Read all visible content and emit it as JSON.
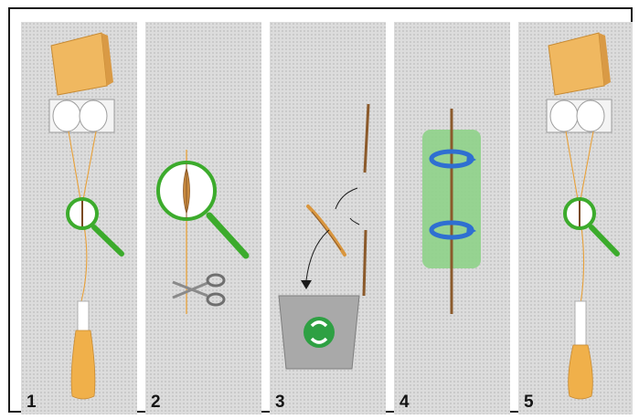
{
  "steps": [
    {
      "number": "1",
      "icons": [
        "spool-icon",
        "bobbin-icon",
        "magnifier-icon",
        "yarn-cone-icon"
      ]
    },
    {
      "number": "2",
      "icons": [
        "magnifier-icon",
        "scissors-icon"
      ]
    },
    {
      "number": "3",
      "icons": [
        "yarn-fragment-icon",
        "recycle-bin-icon"
      ]
    },
    {
      "number": "4",
      "icons": [
        "splicer-twist-icon"
      ]
    },
    {
      "number": "5",
      "icons": [
        "spool-icon",
        "bobbin-icon",
        "magnifier-icon",
        "yarn-cone-icon"
      ]
    }
  ],
  "colors": {
    "panel": "#dcdcdc",
    "yarn": "#e8a13a",
    "package": "#f0b860",
    "lens_ring": "#3cab2c",
    "recycle_bin": "#a9a9a9",
    "recycle_symbol": "#2ea043",
    "splicer": "#8fd18a",
    "twist_arrow": "#2f6fd1",
    "thread_dark": "#8b5a2b"
  }
}
